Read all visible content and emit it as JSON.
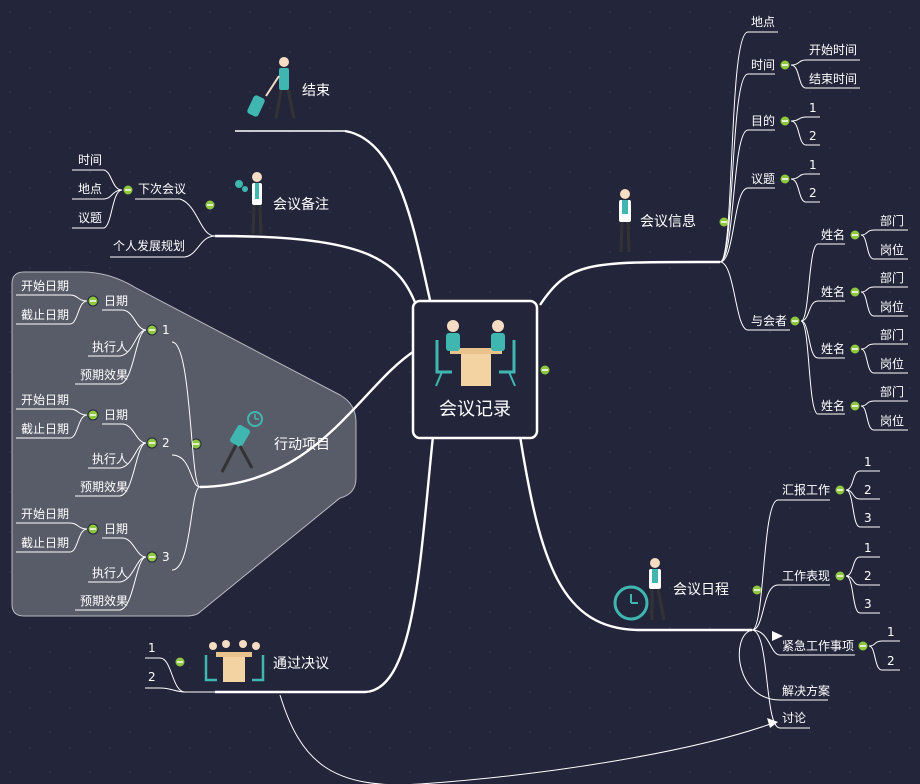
{
  "center": {
    "label": "会议记录"
  },
  "topics": {
    "end": {
      "label": "结束"
    },
    "notes": {
      "label": "会议备注",
      "next_meeting": {
        "label": "下次会议",
        "items": [
          "时间",
          "地点",
          "议题"
        ]
      },
      "personal": "个人发展规划"
    },
    "actions": {
      "label": "行动项目",
      "groups": [
        {
          "label": "1",
          "date": "日期",
          "start": "开始日期",
          "due": "截止日期",
          "owner": "执行人",
          "effect": "预期效果"
        },
        {
          "label": "2",
          "date": "日期",
          "start": "开始日期",
          "due": "截止日期",
          "owner": "执行人",
          "effect": "预期效果"
        },
        {
          "label": "3",
          "date": "日期",
          "start": "开始日期",
          "due": "截止日期",
          "owner": "执行人",
          "effect": "预期效果"
        }
      ]
    },
    "resolutions": {
      "label": "通过决议",
      "items": [
        "1",
        "2"
      ]
    },
    "info": {
      "label": "会议信息",
      "place": "地点",
      "time": {
        "label": "时间",
        "items": [
          "开始时间",
          "结束时间"
        ]
      },
      "purpose": {
        "label": "目的",
        "items": [
          "1",
          "2"
        ]
      },
      "issues": {
        "label": "议题",
        "items": [
          "1",
          "2"
        ]
      },
      "attendees": {
        "label": "与会者",
        "persons": [
          {
            "name": "姓名",
            "dept": "部门",
            "post": "岗位"
          },
          {
            "name": "姓名",
            "dept": "部门",
            "post": "岗位"
          },
          {
            "name": "姓名",
            "dept": "部门",
            "post": "岗位"
          },
          {
            "name": "姓名",
            "dept": "部门",
            "post": "岗位"
          }
        ]
      }
    },
    "agenda": {
      "label": "会议日程",
      "report": {
        "label": "汇报工作",
        "items": [
          "1",
          "2",
          "3"
        ]
      },
      "performance": {
        "label": "工作表现",
        "items": [
          "1",
          "2",
          "3"
        ]
      },
      "urgent": {
        "label": "紧急工作事项",
        "items": [
          "1",
          "2"
        ]
      },
      "solution": "解决方案",
      "discussion": "讨论"
    }
  },
  "colors": {
    "background": "#23263a",
    "line": "#ffffff",
    "toggle": "#8fc63f",
    "teal": "#3fb7b0",
    "table": "#f4d3a3",
    "highlight": "#8d9099"
  }
}
